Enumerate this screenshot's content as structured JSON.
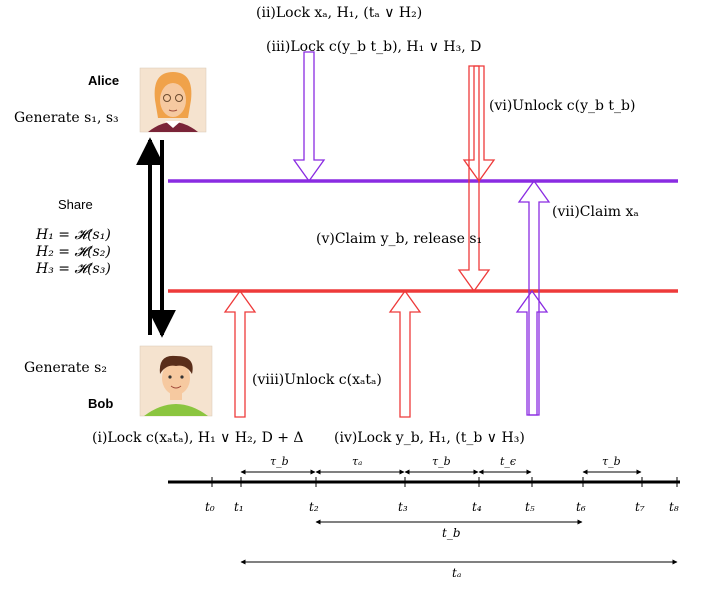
{
  "alice": {
    "name": "Alice",
    "generate": "Generate s₁, s₃"
  },
  "bob": {
    "name": "Bob",
    "generate": "Generate s₂"
  },
  "share": {
    "label": "Share",
    "h1": "H₁ = 𝓗(s₁)",
    "h2": "H₂ = 𝓗(s₂)",
    "h3": "H₃ = 𝓗(s₃)"
  },
  "steps": {
    "i": "(i)Lock c(xₐtₐ), H₁ ∨ H₂, D + Δ",
    "ii": "(ii)Lock xₐ, H₁, (tₐ ∨ H₂)",
    "iii": "(iii)Lock c(y_b t_b), H₁ ∨ H₃, D",
    "iv": "(iv)Lock y_b, H₁, (t_b ∨ H₃)",
    "v": "(v)Claim y_b, release s₁",
    "vi": "(vi)Unlock c(y_b t_b)",
    "vii": "(vii)Claim xₐ",
    "viii": "(viii)Unlock c(xₐtₐ)"
  },
  "intervals": {
    "tau_b_1": "τ_b",
    "tau_a": "τₐ",
    "tau_b_2": "τ_b",
    "t_eps": "t_ϵ",
    "tau_b_3": "τ_b",
    "t_b_span": "t_b",
    "t_a_span": "tₐ"
  },
  "timeline": {
    "ticks": [
      "t₀",
      "t₁",
      "t₂",
      "t₃",
      "t₄",
      "t₅",
      "t₆",
      "t₇",
      "t₈"
    ]
  },
  "colors": {
    "alice_chain": "#8a2be2",
    "bob_chain": "#ee3a3a",
    "timeline": "#000000"
  }
}
